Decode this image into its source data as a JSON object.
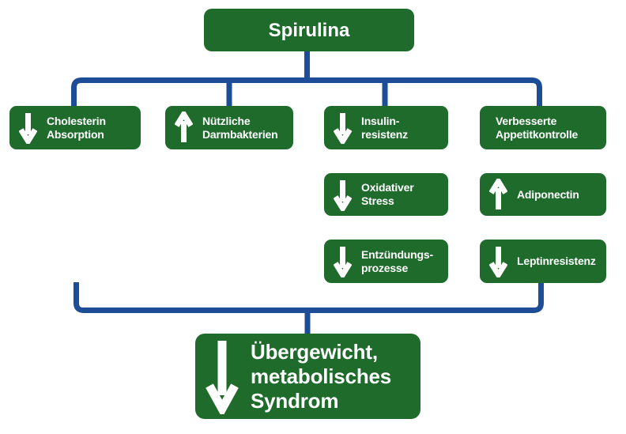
{
  "colors": {
    "node_green": "#1e6b2c",
    "connector_blue": "#1d4d97",
    "node_text": "#ffffff",
    "background": "#ffffff"
  },
  "root": {
    "label": "Spirulina"
  },
  "nodes": {
    "cholesterin": {
      "arrow": "down",
      "line1": "Cholesterin",
      "line2": "Absorption"
    },
    "darmbakterien": {
      "arrow": "up",
      "line1": "Nützliche",
      "line2": "Darmbakterien"
    },
    "insulinresistenz": {
      "arrow": "down",
      "line1": "Insulin-",
      "line2": "resistenz"
    },
    "appetitkontrolle": {
      "arrow": "none",
      "line1": "Verbesserte",
      "line2": "Appetitkontrolle"
    },
    "oxidativer_stress": {
      "arrow": "down",
      "line1": "Oxidativer",
      "line2": "Stress"
    },
    "adiponectin": {
      "arrow": "up",
      "line1": "Adiponectin"
    },
    "entzuendungsprozesse": {
      "arrow": "down",
      "line1": "Entzündungs-",
      "line2": "prozesse"
    },
    "leptinresistenz": {
      "arrow": "down",
      "line1": "Leptinresistenz"
    },
    "outcome": {
      "arrow": "down",
      "line1": "Übergewicht,",
      "line2": "metabolisches",
      "line3": "Syndrom"
    }
  }
}
